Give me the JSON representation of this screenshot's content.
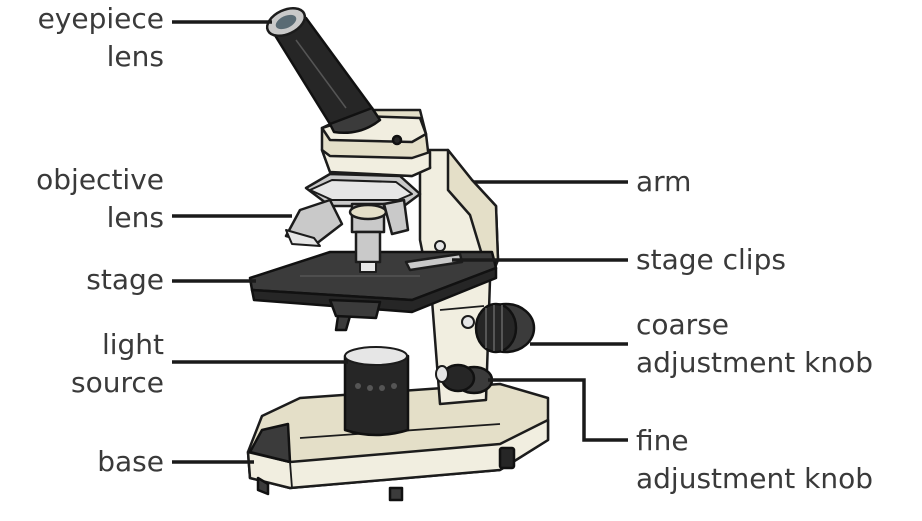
{
  "labels": {
    "eyepiece_lens": [
      "eyepiece",
      "lens"
    ],
    "objective_lens": [
      "objective",
      "lens"
    ],
    "stage": [
      "stage"
    ],
    "light_source": [
      "light",
      "source"
    ],
    "base": [
      "base"
    ],
    "arm": [
      "arm"
    ],
    "stage_clips": [
      "stage clips"
    ],
    "coarse_adjustment_knob": [
      "coarse",
      "adjustment knob"
    ],
    "fine_adjustment_knob": [
      "fine",
      "adjustment knob"
    ]
  }
}
